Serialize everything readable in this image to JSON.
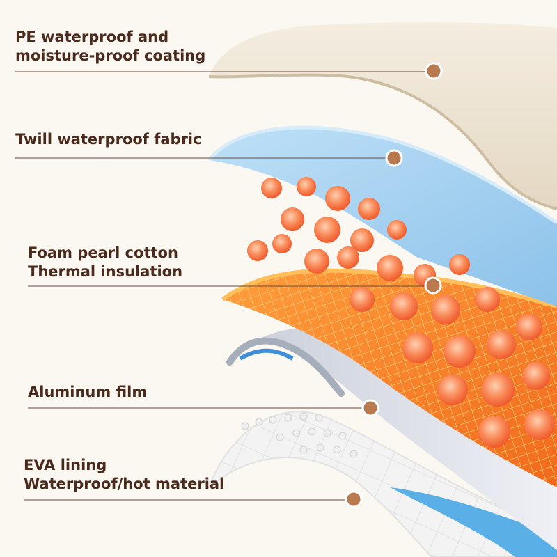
{
  "layers": [
    {
      "id": "pe",
      "lines": [
        "PE waterproof and",
        "moisture-proof coating"
      ]
    },
    {
      "id": "twill",
      "lines": [
        "Twill waterproof fabric"
      ]
    },
    {
      "id": "foam",
      "lines": [
        "Foam pearl cotton",
        "Thermal insulation"
      ]
    },
    {
      "id": "aluminum",
      "lines": [
        "Aluminum film"
      ]
    },
    {
      "id": "eva",
      "lines": [
        "EVA lining",
        "Waterproof/hot material"
      ]
    }
  ],
  "colors": {
    "background": "#fbf8f1",
    "label_text": "#4a2a1c",
    "pointer_dot": "#b87a4e",
    "pe_layer": "#ede3d1",
    "twill_layer": "#a9d2f0",
    "foam_layer": "#f58a2e",
    "foam_beads": "#f46a3a",
    "aluminum_layer": "#dfe4ec",
    "eva_layer": "#f2f2f2"
  }
}
